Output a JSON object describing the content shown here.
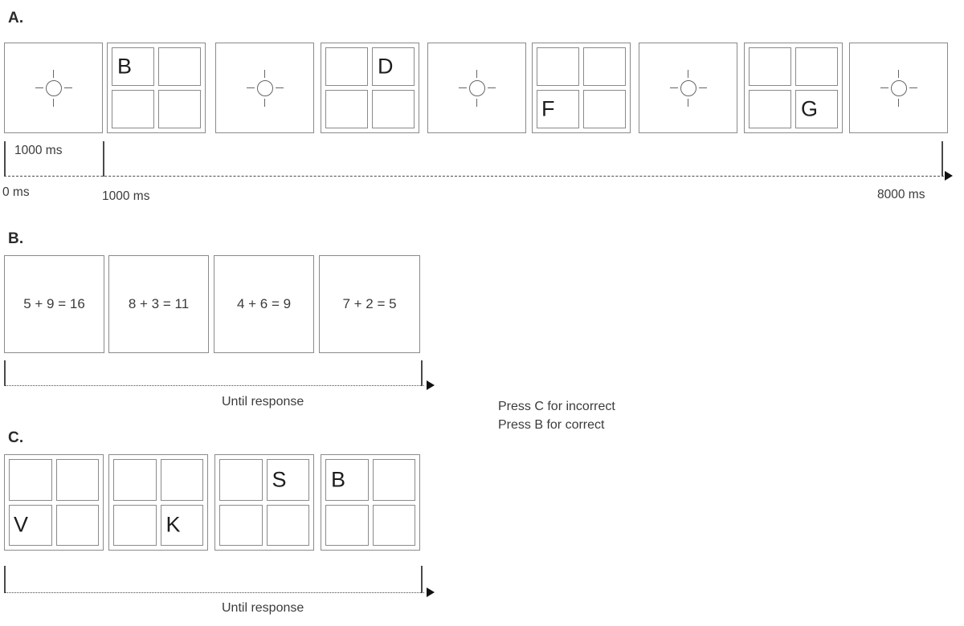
{
  "figure": {
    "panels": [
      {
        "id": "A",
        "label": "A.",
        "task": "spatial n-back letter sequence",
        "frames": [
          {
            "kind": "fixation",
            "icon": "fixation-cross-icon"
          },
          {
            "kind": "grid",
            "letter": "B",
            "position": "top-left"
          },
          {
            "kind": "fixation",
            "icon": "fixation-cross-icon"
          },
          {
            "kind": "grid",
            "letter": "D",
            "position": "top-right"
          },
          {
            "kind": "fixation",
            "icon": "fixation-cross-icon"
          },
          {
            "kind": "grid",
            "letter": "F",
            "position": "bottom-left"
          },
          {
            "kind": "fixation",
            "icon": "fixation-cross-icon"
          },
          {
            "kind": "grid",
            "letter": "G",
            "position": "bottom-right"
          },
          {
            "kind": "fixation",
            "icon": "fixation-cross-icon"
          }
        ],
        "timeline": {
          "interval_label": "1000 ms",
          "start_label": "0 ms",
          "tick_label": "1000 ms",
          "end_label": "8000 ms"
        }
      },
      {
        "id": "B",
        "label": "B.",
        "task": "arithmetic verification",
        "equations": [
          "5 + 9 = 16",
          "8 + 3 = 11",
          "4 + 6 = 9",
          "7 + 2 = 5"
        ],
        "timeline": {
          "duration_label": "Until response"
        },
        "instructions": "Press C for incorrect\nPress B for correct"
      },
      {
        "id": "C",
        "label": "C.",
        "task": "letter location recall",
        "frames": [
          {
            "kind": "grid",
            "letter": "V",
            "position": "bottom-left"
          },
          {
            "kind": "grid",
            "letter": "K",
            "position": "bottom-right"
          },
          {
            "kind": "grid",
            "letter": "S",
            "position": "top-right"
          },
          {
            "kind": "grid",
            "letter": "B",
            "position": "top-left"
          }
        ],
        "timeline": {
          "duration_label": "Until response"
        }
      }
    ],
    "colors": {
      "stroke": "#8a8a8a",
      "timeline": "#4a4a4a",
      "text": "#2b2b2b",
      "background": "#ffffff"
    }
  }
}
